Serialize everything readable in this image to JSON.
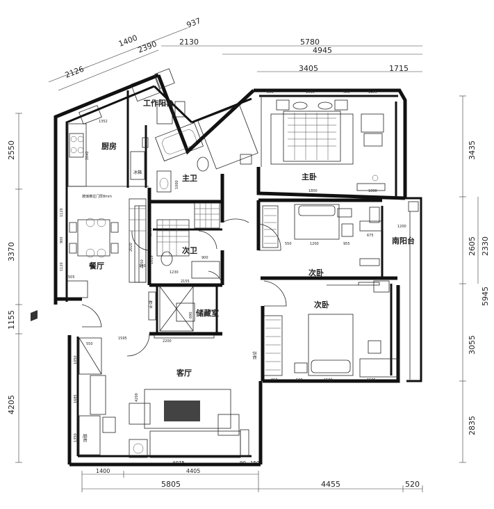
{
  "rooms": {
    "master_bedroom": "主卧",
    "work_balcony": "工作阳台",
    "kitchen": "厨房",
    "main_bath": "主卫",
    "dining": "餐厅",
    "second_bath": "次卫",
    "second_bedroom_a": "次卧",
    "second_bedroom_b": "次卧",
    "south_balcony": "南阳台",
    "storage": "储藏室",
    "living": "客厅"
  },
  "fixtures": {
    "fridge": "冰箱",
    "sideboard_note": "玻璃推拉门厚8mm",
    "cabinet_v": "柜子",
    "shoe_cabinet": "鞋柜",
    "wardrobe": "衣柜"
  },
  "dims_top": {
    "d_2126": "2126",
    "d_1400": "1400",
    "d_2390": "2390",
    "d_937": "937",
    "d_2130": "2130",
    "d_5780": "5780",
    "d_4945": "4945",
    "d_3405": "3405",
    "d_1715": "1715",
    "d_800": "800",
    "d_1600": "1600",
    "d_500": "500",
    "d_1455": "1455"
  },
  "dims_left": {
    "d_2550": "2550",
    "d_3370": "3370",
    "d_1155": "1155",
    "d_4205": "4205"
  },
  "dims_right": {
    "d_3435": "3435",
    "d_2605": "2605",
    "d_2330": "2330",
    "d_5945": "5945",
    "d_3055": "3055",
    "d_2835": "2835"
  },
  "dims_bottom": {
    "d_1400": "1400",
    "d_4405": "4405",
    "d_4075": "4075",
    "d_90": "90",
    "d_150": "150",
    "d_5805": "5805",
    "d_4455": "4455",
    "d_520": "520"
  },
  "dims_inner": {
    "d_1352": "1352",
    "d_2042": "2042",
    "d_1000a": "1000",
    "d_1000b": "1000",
    "d_1800": "1800",
    "d_1000c": "1000",
    "d_1200a": "1200",
    "d_550": "550",
    "d_1200b": "1200",
    "d_955": "955",
    "d_675": "675",
    "d_1120a": "1120",
    "d_900a": "900",
    "d_1120b": "1120",
    "d_2020": "2020",
    "d_505": "505",
    "d_1230": "1230",
    "d_900b": "900",
    "d_350": "350",
    "d_1015": "1015",
    "d_2155": "2155",
    "d_690": "690",
    "d_2200": "2200",
    "d_550b": "550",
    "d_1595": "1595",
    "d_1050": "1050",
    "d_1685": "1685",
    "d_4200": "4200",
    "d_1350": "1350",
    "d_950": "950",
    "d_500b": "500",
    "d_1500": "1500",
    "d_1505": "1505",
    "d_2150": "2150"
  }
}
